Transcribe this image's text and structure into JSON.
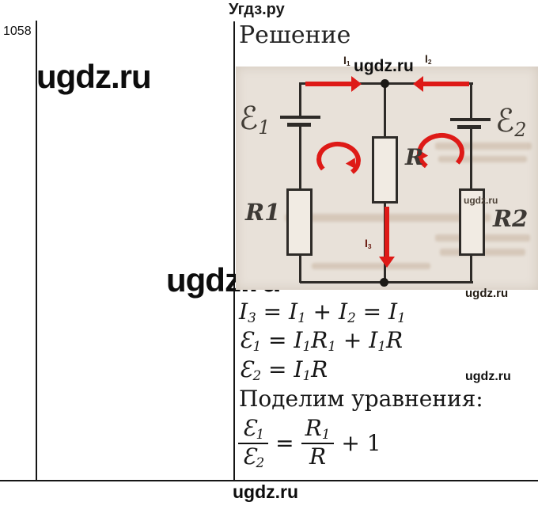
{
  "page": {
    "site_title": "Угдз.ру",
    "problem_number": "1058",
    "solution_heading": "Решение",
    "footer_watermark": "ugdz.ru"
  },
  "watermarks": {
    "large_left": "ugdz.ru",
    "large_middle": "ugdz.ru",
    "image_top": "ugdz.ru",
    "image_right": "ugdz.ru",
    "image_bottom_right": "ugdz.ru",
    "below_image": "ugdz.ru"
  },
  "circuit": {
    "emf1_label": "ℰ₁",
    "emf2_label": "ℰ₂",
    "resistor_center_label": "R",
    "resistor_left_label": "R1",
    "resistor_right_label": "R2",
    "current1_label": "I₁",
    "current2_label": "I₂",
    "current3_label": "I₃"
  },
  "solution": {
    "eq_currents": "I₃ = I₁ + I₂ = I₁",
    "eq_emf1": "Ɛ₁ = I₁R₁ + I₁R",
    "eq_emf2": "Ɛ₂ = I₁R",
    "divide_text": "Поделим уравнения:",
    "fraction": {
      "lhs_num": "Ɛ₁",
      "lhs_den": "Ɛ₂",
      "equals": "=",
      "rhs_num": "R₁",
      "rhs_den": "R",
      "tail": "+ 1"
    }
  },
  "colors": {
    "arrow_red": "#de1a17",
    "scan_background": "#e8e1d9"
  }
}
